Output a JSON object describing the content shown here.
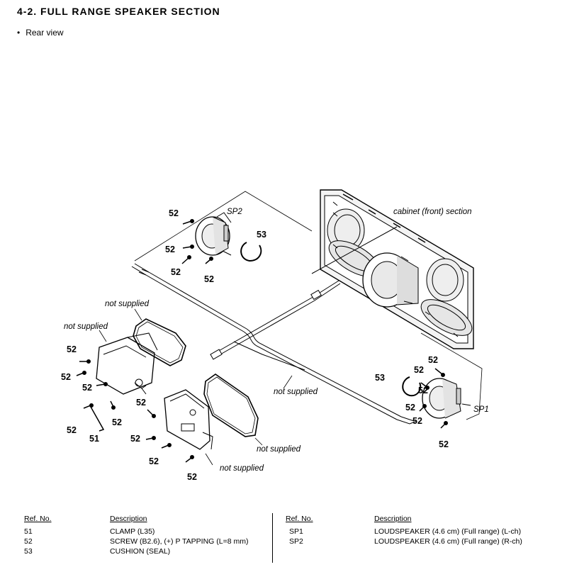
{
  "header": {
    "title": "4-2.   FULL RANGE SPEAKER SECTION",
    "subtitle_bullet": "•",
    "subtitle": "Rear view"
  },
  "diagram": {
    "labels": {
      "cabinet": "cabinet (front) section",
      "sp2": "SP2",
      "sp1": "SP1",
      "not_supplied": "not supplied"
    },
    "refs": [
      "51",
      "52",
      "53"
    ]
  },
  "parts_table": {
    "headers": {
      "ref_no": "Ref. No.",
      "description": "Description"
    },
    "left": [
      {
        "ref": "51",
        "desc": "CLAMP (L35)"
      },
      {
        "ref": "52",
        "desc": "SCREW (B2.6), (+) P TAPPING (L=8 mm)"
      },
      {
        "ref": "53",
        "desc": "CUSHION (SEAL)"
      }
    ],
    "right": [
      {
        "ref": "SP1",
        "desc": "LOUDSPEAKER (4.6 cm) (Full range) (L-ch)"
      },
      {
        "ref": "SP2",
        "desc": "LOUDSPEAKER (4.6 cm) (Full range) (R-ch)"
      }
    ]
  }
}
